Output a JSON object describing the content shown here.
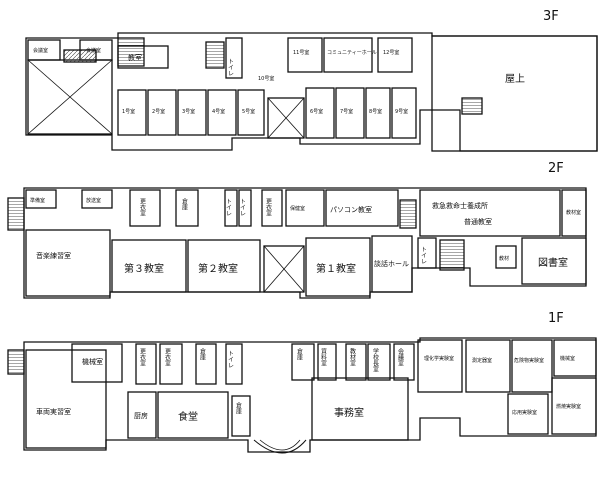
{
  "floors": {
    "f3": {
      "label": "3F",
      "rooms": {
        "lounge_left": "会議室",
        "lounge_mid": "会議室",
        "classroom_top": "教室",
        "toilet": "トイレ",
        "room_11": "11号室",
        "community": "コミュニティーホール",
        "room_12": "12号室",
        "rooftop": "屋上",
        "c1": "1号室",
        "c2": "2号室",
        "c3": "3号室",
        "c4": "4号室",
        "c5": "5号室",
        "c6": "6号室",
        "c7": "7号室",
        "c8": "8号室",
        "c9": "9号室",
        "c10": "10号室"
      }
    },
    "f2": {
      "label": "2F",
      "rooms": {
        "small_a": "準備室",
        "small_b": "放送室",
        "prep": "更衣室",
        "storage1": "倉庫",
        "toilet1": "トイレ",
        "toilet2": "トイレ",
        "storage2": "更衣室",
        "staff": "保健室",
        "pc": "パソコン教室",
        "emt_title": "救急救命士養成所",
        "emt_sub": "普通教室",
        "teacher": "教材室",
        "music": "音楽練習室",
        "c3": "第３教室",
        "c2": "第２教室",
        "c1": "第１教室",
        "hall": "談話ホール",
        "toilet3": "トイレ",
        "lib_small": "教材",
        "library": "図書室"
      }
    },
    "f1": {
      "label": "1F",
      "rooms": {
        "machine": "機械室",
        "r1": "更衣室",
        "r2": "更衣室",
        "r3": "倉庫",
        "toilet": "トイレ",
        "r4": "倉庫",
        "r5": "資料室",
        "r6": "教材室",
        "r7": "学校長室",
        "r8": "会議室",
        "chem": "理化学実験室",
        "measure": "測定器室",
        "hazard": "危険物実験室",
        "mech": "機械室",
        "vehicle": "車両実習室",
        "kitchen": "厨房",
        "dining": "食堂",
        "storage": "倉庫",
        "office": "事務室",
        "apply": "応用実験室",
        "combust": "燃焼実験室"
      }
    }
  }
}
